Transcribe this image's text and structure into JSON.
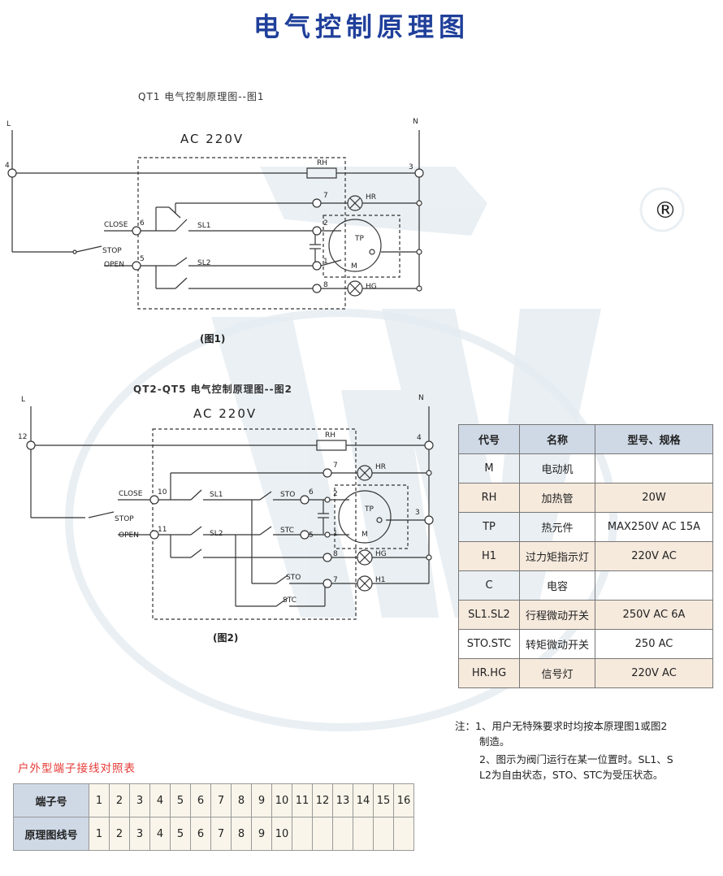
{
  "title": "电气控制原理图",
  "diagram1": {
    "caption": "QT1 电气控制原理图--图1",
    "supply": "AC   220V",
    "figure_label": "(图1)",
    "labels": {
      "L": "L",
      "N": "N",
      "t4": "4",
      "t3": "3",
      "RH": "RH",
      "t7": "7",
      "HR": "HR",
      "CLOSE": "CLOSE",
      "t6": "6",
      "SL1": "SL1",
      "t2": "2",
      "TP": "TP",
      "M": "M",
      "STOP": "STOP",
      "OPEN": "OPEN",
      "t5": "5",
      "SL2": "SL2",
      "t1": "1",
      "t8": "8",
      "HG": "HG"
    }
  },
  "diagram2": {
    "caption": "QT2-QT5 电气控制原理图--图2",
    "supply": "AC   220V",
    "figure_label": "(图2)",
    "labels": {
      "L": "L",
      "N": "N",
      "t12": "12",
      "t4": "4",
      "RH": "RH",
      "t7a": "7",
      "HR": "HR",
      "CLOSE": "CLOSE",
      "t10": "10",
      "SL1": "SL1",
      "STO1": "STO",
      "t6": "6",
      "t2": "2",
      "TP": "TP",
      "t3": "3",
      "STOP": "STOP",
      "OPEN": "OPEN",
      "t11": "11",
      "SL2": "SL2",
      "STC1": "STC",
      "t5": "5",
      "t1": "1",
      "M": "M",
      "t8": "8",
      "HG": "HG",
      "STO2": "STO",
      "t7b": "7",
      "H1": "H1",
      "STC2": "STC"
    }
  },
  "spec_table": {
    "headers": [
      "代号",
      "名称",
      "型号、规格"
    ],
    "rows": [
      [
        "M",
        "电动机",
        ""
      ],
      [
        "RH",
        "加热管",
        "20W"
      ],
      [
        "TP",
        "热元件",
        "MAX250V AC 15A"
      ],
      [
        "H1",
        "过力矩指示灯",
        "220V AC"
      ],
      [
        "C",
        "电容",
        ""
      ],
      [
        "SL1.SL2",
        "行程微动开关",
        "250V AC 6A"
      ],
      [
        "STO.STC",
        "转矩微动开关",
        "250 AC"
      ],
      [
        "HR.HG",
        "信号灯",
        "220V AC"
      ]
    ]
  },
  "notes": {
    "n1a": "注：1、用户无特殊要求时均按本原理图1或图2",
    "n1b": "制造。",
    "n2a": "2、图示为阀门运行在某一位置时。SL1、S",
    "n2b": "L2为自由状态，STO、STC为受压状态。"
  },
  "terminal_table": {
    "title": "户外型端子接线对照表",
    "row1_label": "端子号",
    "row1": [
      "1",
      "2",
      "3",
      "4",
      "5",
      "6",
      "7",
      "8",
      "9",
      "10",
      "11",
      "12",
      "13",
      "14",
      "15",
      "16"
    ],
    "row2_label": "原理图线号",
    "row2": [
      "1",
      "2",
      "3",
      "4",
      "5",
      "6",
      "7",
      "8",
      "9",
      "10",
      "",
      "",
      "",
      "",
      "",
      ""
    ]
  },
  "watermark": {
    "letters": "SW",
    "registered": "®"
  },
  "colors": {
    "title": "#1f3f9a",
    "table_header": "#cfd9e6",
    "table_alt": "#f6eadd",
    "terminal_title": "#e53935"
  }
}
